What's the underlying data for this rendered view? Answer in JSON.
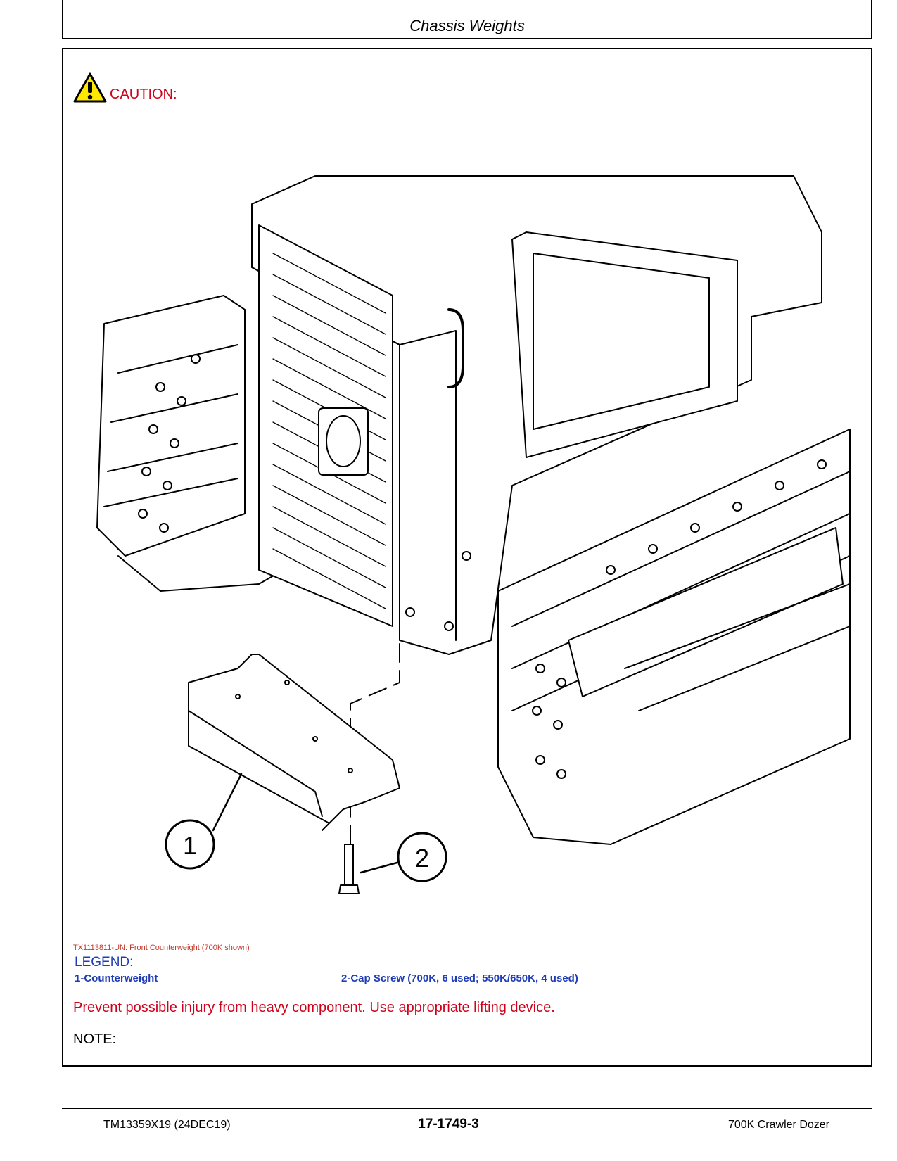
{
  "header": {
    "title": "Chassis Weights"
  },
  "caution": {
    "label": "CAUTION:",
    "icon": "warning-triangle-icon"
  },
  "figure": {
    "callout_1": "1",
    "callout_2": "2",
    "caption": "TX1113811-UN: Front Counterweight (700K shown)"
  },
  "legend": {
    "title": "LEGEND:",
    "items": [
      "1-Counterweight",
      "2-Cap Screw (700K, 6 used; 550K/650K, 4 used)"
    ]
  },
  "warning": {
    "text": "Prevent possible injury from heavy component. Use appropriate lifting device."
  },
  "note": {
    "label": "NOTE:"
  },
  "footer": {
    "manual_id": "TM13359X19 (24DEC19)",
    "page_number": "17-1749-3",
    "product": "700K Crawler Dozer"
  },
  "colors": {
    "caution_red": "#d0021b",
    "legend_blue": "#1f3cb8",
    "caution_yellow": "#ffe800"
  }
}
